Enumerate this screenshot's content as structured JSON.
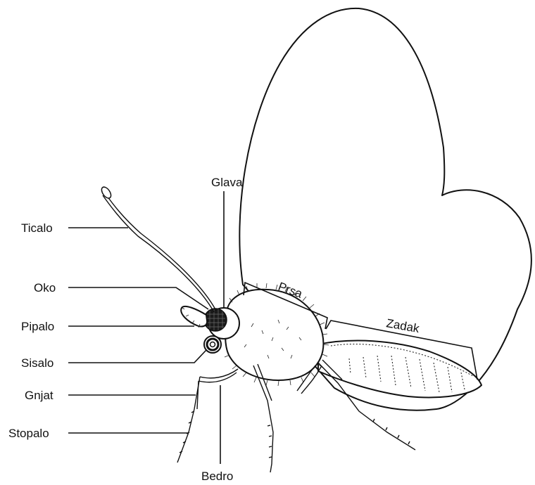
{
  "diagram": {
    "labels": {
      "glava": "Glava",
      "ticalo": "Ticalo",
      "oko": "Oko",
      "pipalo": "Pipalo",
      "sisalo": "Sisalo",
      "gnjat": "Gnjat",
      "stopalo": "Stopalo",
      "bedro": "Bedro",
      "prsa": "Prsa",
      "zadak": "Zadak"
    },
    "colors": {
      "ink": "#111111",
      "background": "#ffffff"
    }
  }
}
